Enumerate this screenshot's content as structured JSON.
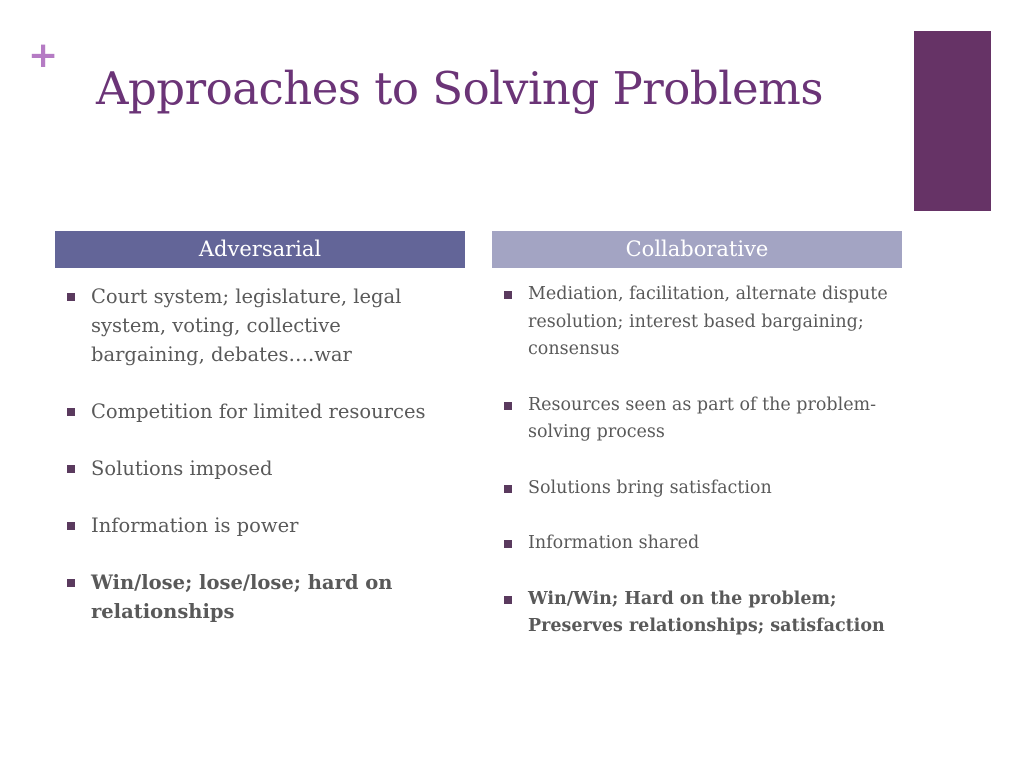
{
  "slide": {
    "plus_icon": "+",
    "title": "Approaches to Solving Problems",
    "colors": {
      "title": "#6b3477",
      "plus": "#b57bc4",
      "accent_bar": "#663366",
      "adversarial_header": "#636598",
      "collaborative_header": "#a3a4c3",
      "body_text": "#595959"
    }
  },
  "columns": [
    {
      "header": "Adversarial",
      "items": [
        {
          "text": "Court system; legislature, legal system, voting, collective bargaining, debates….war",
          "bold": false
        },
        {
          "text": "Competition for limited resources",
          "bold": false
        },
        {
          "text": "Solutions imposed",
          "bold": false
        },
        {
          "text": "Information is power",
          "bold": false
        },
        {
          "text": "Win/lose; lose/lose; hard on relationships",
          "bold": true
        }
      ]
    },
    {
      "header": "Collaborative",
      "items": [
        {
          "text": "Mediation, facilitation, alternate dispute resolution; interest based bargaining; consensus",
          "bold": false
        },
        {
          "text": "Resources seen as part of the problem-solving process",
          "bold": false
        },
        {
          "text": "Solutions bring satisfaction",
          "bold": false
        },
        {
          "text": "Information shared",
          "bold": false
        },
        {
          "text": "Win/Win; Hard on the problem; Preserves relationships; satisfaction",
          "bold": true
        }
      ]
    }
  ]
}
